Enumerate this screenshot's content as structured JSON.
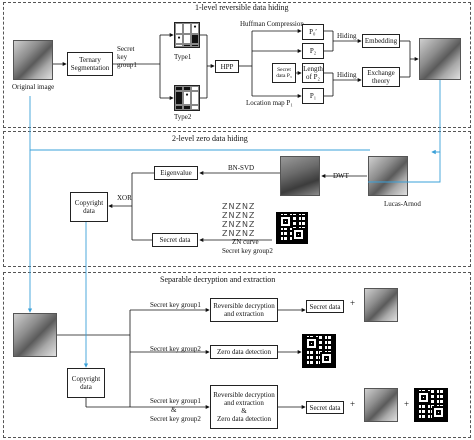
{
  "sections": {
    "level1_title": "1-level reversible data hiding",
    "level2_title": "2-level zero data hiding",
    "level3_title": "Separable decryption and extraction"
  },
  "level1": {
    "original_image_label": "Original image",
    "ternary_segmentation": "Ternary Segmentation",
    "secret_key_group1": "Secret key group1",
    "type1": "Type1",
    "type2": "Type2",
    "hpp": "HPP",
    "huffman": "Huffman Compression",
    "p0": "P₀′",
    "p2": "P₂",
    "secret_data": "Secret data P₃",
    "length": "Length of P₂",
    "p1": "P₁",
    "location_map": "Location map P₁",
    "hiding_top": "Hiding",
    "hiding_bottom": "Hiding",
    "embedding": "Embedding",
    "exchange": "Exchange theory"
  },
  "level2": {
    "bn_svd": "BN-SVD",
    "dwt": "DWT",
    "eigenvalue": "Eigenvalue",
    "xor": "XOR",
    "copyright": "Copyright data",
    "secret_data": "Secret data",
    "zn_curve": "ZN curve",
    "secret_key_group2": "Secret key group2",
    "lucas": "Lucas-Arnod",
    "zn_glyphs": [
      "ZNZNZ",
      "ZNZNZ",
      "ZNZNZ",
      "ZNZNZ"
    ]
  },
  "level3": {
    "key1": "Secret key group1",
    "key2": "Secret key group2",
    "key_both_1": "Secret key group1",
    "key_both_amp": "&",
    "key_both_2": "Secret key group2",
    "rev1": "Reversible decryption and extraction",
    "zero": "Zero data detection",
    "rev2": "Reversible decryption and extraction",
    "amp": "&",
    "zero2": "Zero data detection",
    "secret1": "Secret data",
    "secret2": "Secret data",
    "plus1": "+",
    "plus2": "+",
    "copyright": "Copyright data"
  },
  "grid_type1": [
    "",
    "",
    "●",
    "●",
    "",
    "",
    "",
    "",
    ""
  ],
  "grid_type2": [
    "",
    "",
    "",
    "",
    "●",
    "",
    "",
    "",
    ""
  ],
  "colors": {
    "arrow": "#111111",
    "link": "#3aa0d8"
  }
}
